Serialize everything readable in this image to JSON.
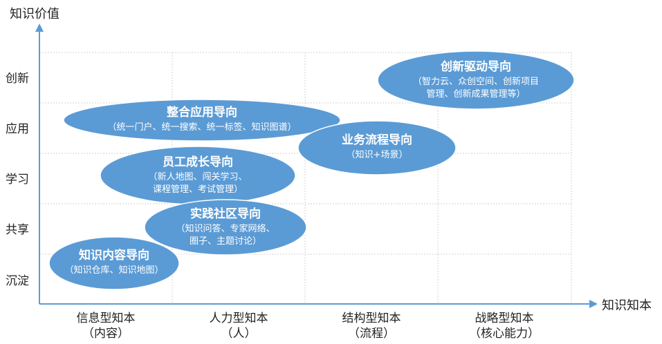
{
  "axes": {
    "y_title": "知识价值",
    "x_title": "知识知本"
  },
  "y_levels": [
    "创新",
    "应用",
    "学习",
    "共享",
    "沉淀"
  ],
  "x_categories": [
    {
      "line1": "信息型知本",
      "line2": "（内容）"
    },
    {
      "line1": "人力型知本",
      "line2": "（人）"
    },
    {
      "line1": "结构型知本",
      "line2": "（流程）"
    },
    {
      "line1": "战略型知本",
      "line2": "（核心能力）"
    }
  ],
  "bubbles": [
    {
      "id": "innovation",
      "title": "创新驱动导向",
      "lines": [
        "（智力云、众创空间、创新项目",
        "管理、创新成果管理等）"
      ]
    },
    {
      "id": "integration",
      "title": "整合应用导向",
      "lines": [
        "（统一门户、统一搜索、统一标签、知识图谱）"
      ]
    },
    {
      "id": "business-process",
      "title": "业务流程导向",
      "lines": [
        "（知识+场景）"
      ]
    },
    {
      "id": "employee-growth",
      "title": "员工成长导向",
      "lines": [
        "（新人地图、闯关学习、",
        "课程管理、考试管理）"
      ]
    },
    {
      "id": "community-practice",
      "title": "实践社区导向",
      "lines": [
        "（知识问答、专家网络、",
        "圈子、主题讨论）"
      ]
    },
    {
      "id": "knowledge-content",
      "title": "知识内容导向",
      "lines": [
        "（知识仓库、知识地图）"
      ]
    }
  ],
  "colors": {
    "bubble_fill": "#5b9bd5",
    "bubble_stroke": "#ffffff",
    "axis": "#5b9bd5",
    "grid": "#d0d0d0"
  }
}
